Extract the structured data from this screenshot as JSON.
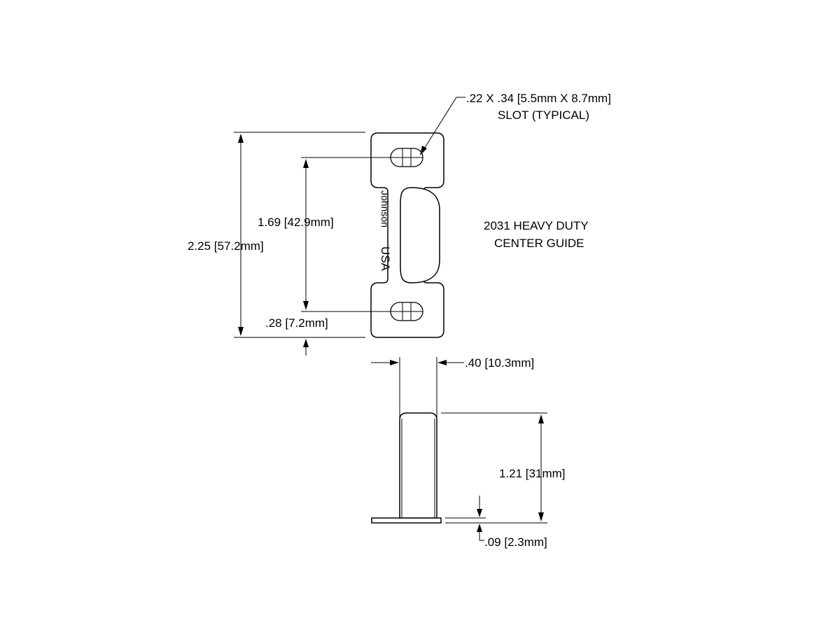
{
  "title": {
    "line1": "2031 HEAVY DUTY",
    "line2": "CENTER GUIDE"
  },
  "callouts": {
    "slot_line1": ".22 X .34 [5.5mm X 8.7mm]",
    "slot_line2": "SLOT (TYPICAL)"
  },
  "dimensions": {
    "overall_height": "2.25 [57.2mm]",
    "hole_spacing": "1.69 [42.9mm]",
    "edge_offset": ".28 [7.2mm]",
    "width": ".40 [10.3mm]",
    "projection": "1.21 [31mm]",
    "thickness": ".09 [2.3mm]"
  },
  "stamp": {
    "brand": "Johnson",
    "origin": "USA"
  }
}
